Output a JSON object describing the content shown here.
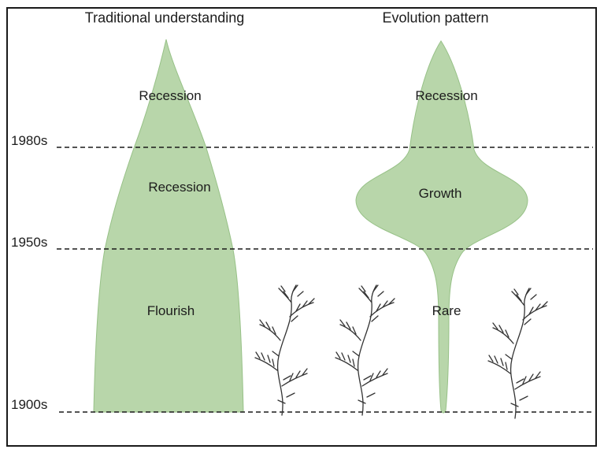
{
  "figure": {
    "panels": {
      "left": {
        "title": "Traditional understanding",
        "label_top": "Recession",
        "label_middle": "Recession",
        "label_bottom": "Flourish"
      },
      "right": {
        "title": "Evolution pattern",
        "label_top": "Recession",
        "label_middle": "Growth",
        "label_bottom": "Rare"
      }
    },
    "timeline_labels": [
      "1980s",
      "1950s",
      "1900s"
    ],
    "colors": {
      "shape_fill": "#b8d6aa",
      "shape_stroke": "#97c187",
      "line_color": "#1a1a1a",
      "border_color": "#1a1a1a",
      "sketch_color": "#333333"
    }
  }
}
